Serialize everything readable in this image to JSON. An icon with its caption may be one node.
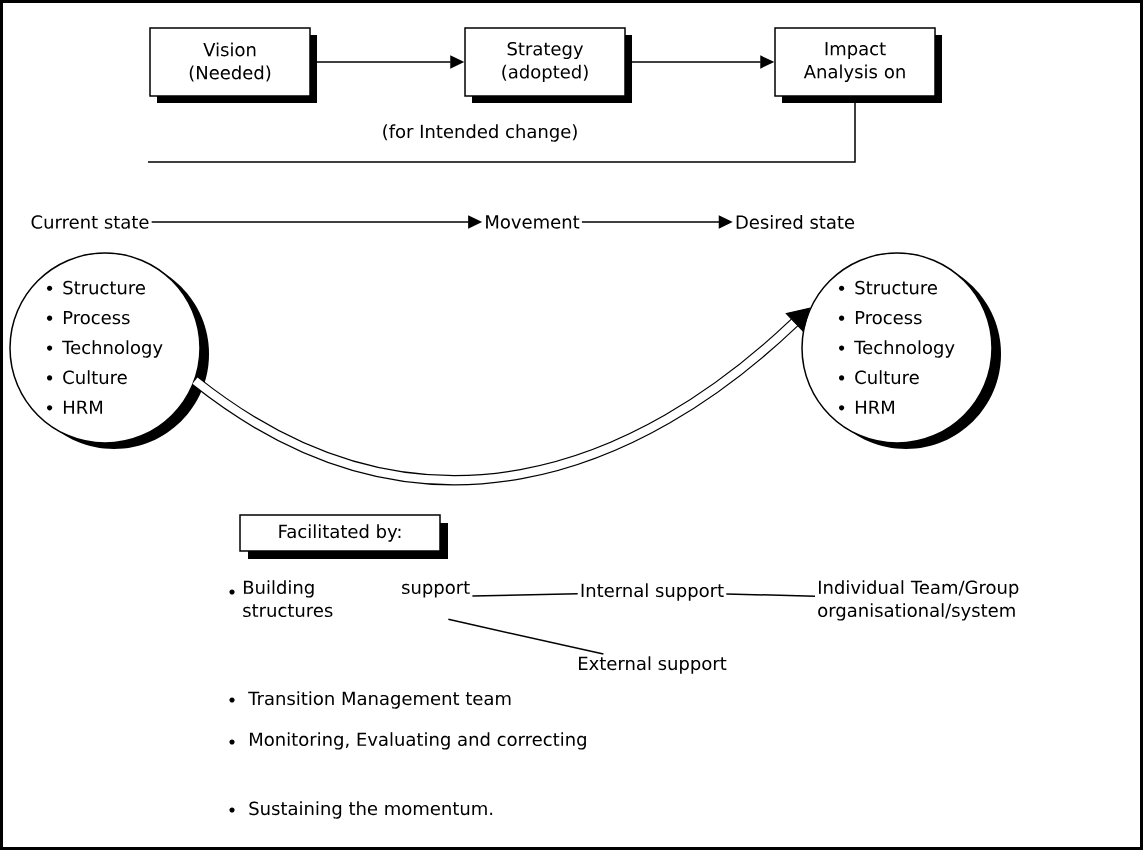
{
  "diagram": {
    "nodes": [
      {
        "text": [
          "Vision (Needed)"
        ]
      },
      {
        "text": [
          "Strategy (adopted)"
        ]
      },
      {
        "text": [
          "Impact Analysis on"
        ]
      },
      {
        "text": [
          "Current state"
        ]
      },
      {
        "text": [
          "Movement"
        ]
      },
      {
        "text": [
          "Desired state"
        ]
      },
      {
        "text": [
          "Structure",
          "Process",
          "Technology",
          "Culture",
          "HRM"
        ]
      },
      {
        "text": [
          "Structure",
          "Process",
          "Technology",
          "Culture",
          "HRM"
        ]
      },
      {
        "text": [
          "Facilitated by:"
        ]
      },
      {
        "text": [
          "Building support structures"
        ]
      },
      {
        "text": [
          "Internal support"
        ]
      },
      {
        "text": [
          "External support"
        ]
      },
      {
        "text": [
          "Individual Team/Group organisational/system"
        ]
      }
    ],
    "edges": [
      {
        "from": 0,
        "to": 1,
        "arrow": "to"
      },
      {
        "from": 1,
        "to": 2,
        "arrow": "to"
      },
      {
        "from": 2,
        "to": null,
        "arrow": "none"
      },
      {
        "from": 3,
        "to": 4,
        "arrow": "to"
      },
      {
        "from": 4,
        "to": 5,
        "arrow": "to"
      },
      {
        "from": 6,
        "to": 7,
        "arrow": "to",
        "style": "thick"
      },
      {
        "from": 9,
        "to": 10,
        "arrow": "none"
      },
      {
        "from": 9,
        "to": 11,
        "arrow": "none"
      },
      {
        "from": 10,
        "to": 12,
        "arrow": "none"
      }
    ],
    "labels": [
      "(for Intended change)",
      "Transition Management team",
      "Monitoring, Evaluating and correcting",
      "Sustaining the momentum."
    ]
  }
}
